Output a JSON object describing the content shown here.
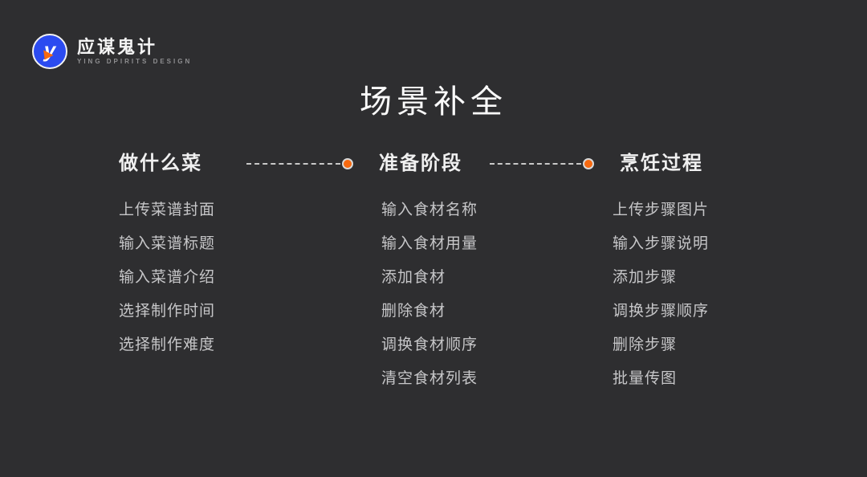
{
  "page": {
    "background_color": "#2e2e30",
    "accent_color": "#f7690f",
    "logo_blue": "#2b4bf0",
    "dash_color": "#c8c8c8"
  },
  "logo": {
    "monogram": "y",
    "name": "应谋鬼计",
    "subtitle": "YING DPIRITS DESIGN"
  },
  "title": "场景补全",
  "connectors": [
    {
      "style": "dashed",
      "dot": "orange-dot"
    },
    {
      "style": "dashed",
      "dot": "orange-dot"
    }
  ],
  "columns": [
    {
      "header": "做什么菜",
      "items": [
        "上传菜谱封面",
        "输入菜谱标题",
        "输入菜谱介绍",
        "选择制作时间",
        "选择制作难度"
      ]
    },
    {
      "header": "准备阶段",
      "items": [
        "输入食材名称",
        "输入食材用量",
        "添加食材",
        "删除食材",
        "调换食材顺序",
        "清空食材列表"
      ]
    },
    {
      "header": "烹饪过程",
      "items": [
        "上传步骤图片",
        "输入步骤说明",
        "添加步骤",
        "调换步骤顺序",
        "删除步骤",
        "批量传图"
      ]
    }
  ]
}
